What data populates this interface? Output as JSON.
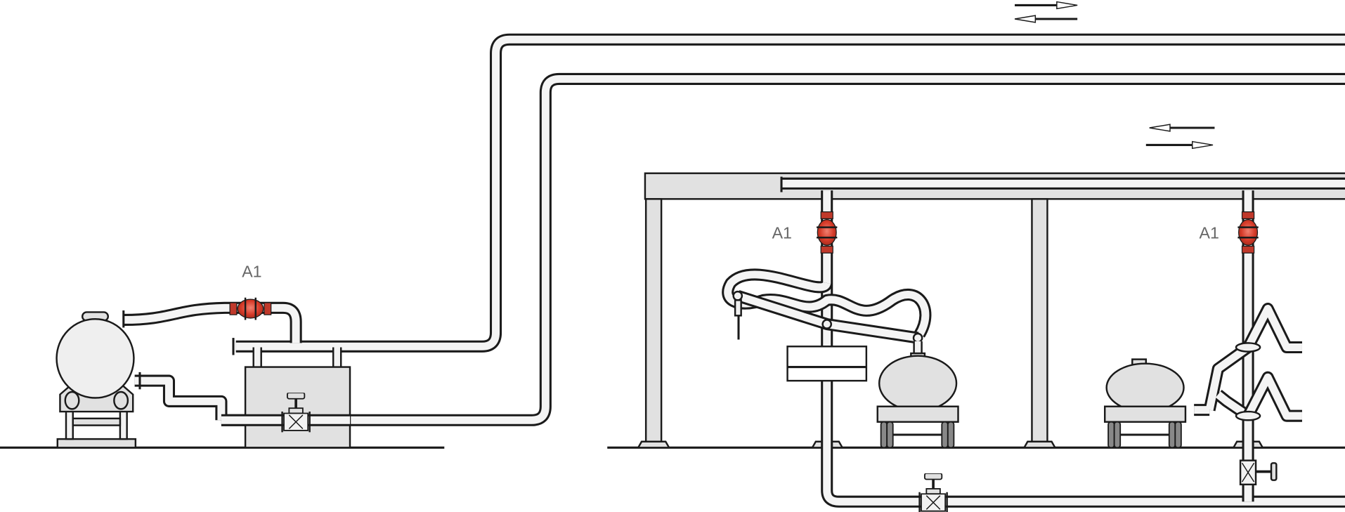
{
  "diagram": {
    "labels": {
      "pump_valve": "A1",
      "loading_valve_left": "A1",
      "loading_valve_right": "A1"
    },
    "colors": {
      "valve": "#d9412f",
      "structure": "#e1e1e1",
      "pipe": "#f4f4f4",
      "outline": "#1a1a1a",
      "label": "#666666"
    }
  }
}
